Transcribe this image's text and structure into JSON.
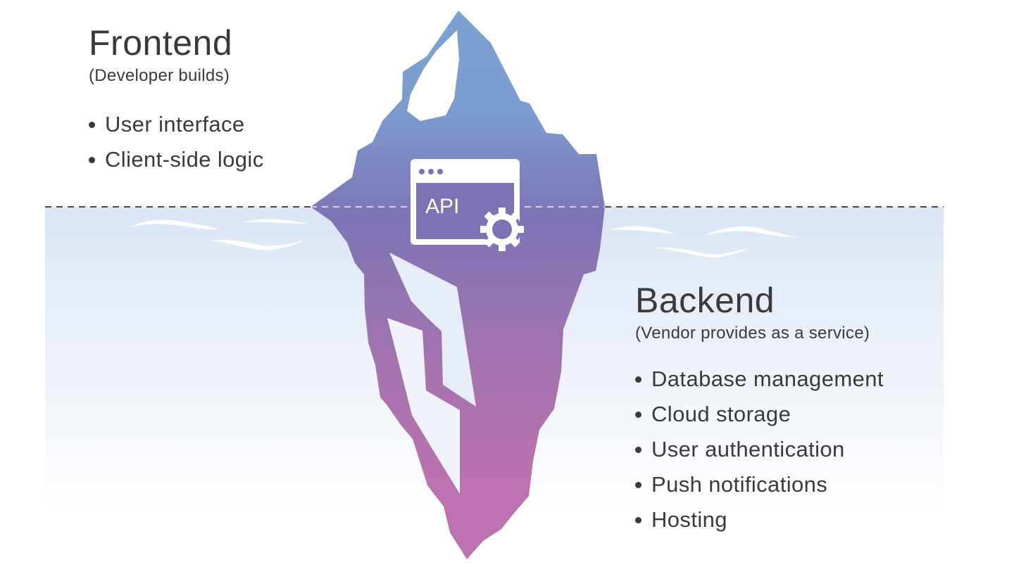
{
  "frontend": {
    "title": "Frontend",
    "subtitle": "(Developer builds)",
    "items": [
      "User interface",
      "Client-side logic"
    ]
  },
  "backend": {
    "title": "Backend",
    "subtitle": "(Vendor provides as a service)",
    "items": [
      "Database management",
      "Cloud storage",
      "User authentication",
      "Push notifications",
      "Hosting"
    ]
  },
  "api": {
    "label": "API",
    "icons": [
      "browser-window-icon",
      "gear-icon"
    ]
  },
  "colors": {
    "text": "#3a3a3a",
    "iceberg_top": "#7ba3d0",
    "iceberg_middle": "#7e74b4",
    "iceberg_bottom": "#bb72ae",
    "water_top": "#dbe5f4",
    "water_bottom": "#ffffff"
  }
}
